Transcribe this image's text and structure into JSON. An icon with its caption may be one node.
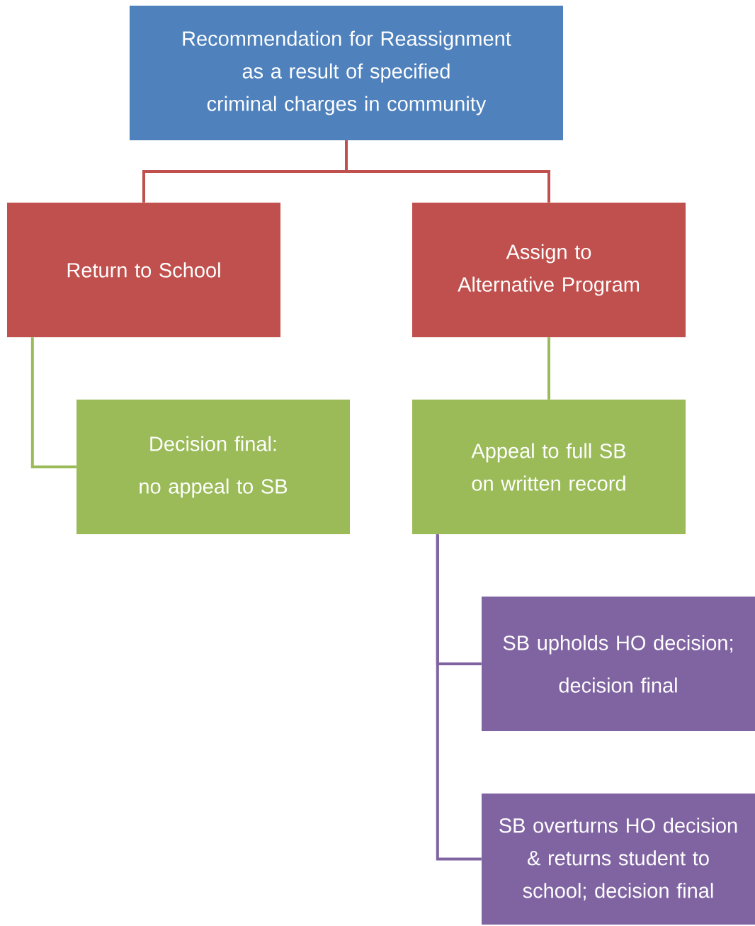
{
  "diagram": {
    "nodes": [
      {
        "text": [
          "Recommendation for Reassignment as a result of specified criminal charges in community"
        ]
      },
      {
        "text": [
          "Return to School"
        ]
      },
      {
        "text": [
          "Assign to Alternative Program"
        ]
      },
      {
        "text": [
          "Decision final:",
          "no appeal to SB"
        ]
      },
      {
        "text": [
          "Appeal to full SB on written record"
        ]
      },
      {
        "text": [
          "SB upholds HO decision;",
          "decision final"
        ]
      },
      {
        "text": [
          "SB overturns HO decision & returns student to school; decision final"
        ]
      }
    ],
    "edges": [
      {
        "from": 0,
        "to": 1,
        "arrow": "none",
        "color": "#c0504d"
      },
      {
        "from": 0,
        "to": 2,
        "arrow": "none",
        "color": "#c0504d"
      },
      {
        "from": 1,
        "to": 3,
        "arrow": "none",
        "color": "#9bbb59"
      },
      {
        "from": 2,
        "to": 4,
        "arrow": "none",
        "color": "#9bbb59"
      },
      {
        "from": 4,
        "to": 5,
        "arrow": "none",
        "color": "#8064a2"
      },
      {
        "from": 4,
        "to": 6,
        "arrow": "none",
        "color": "#8064a2"
      }
    ]
  }
}
